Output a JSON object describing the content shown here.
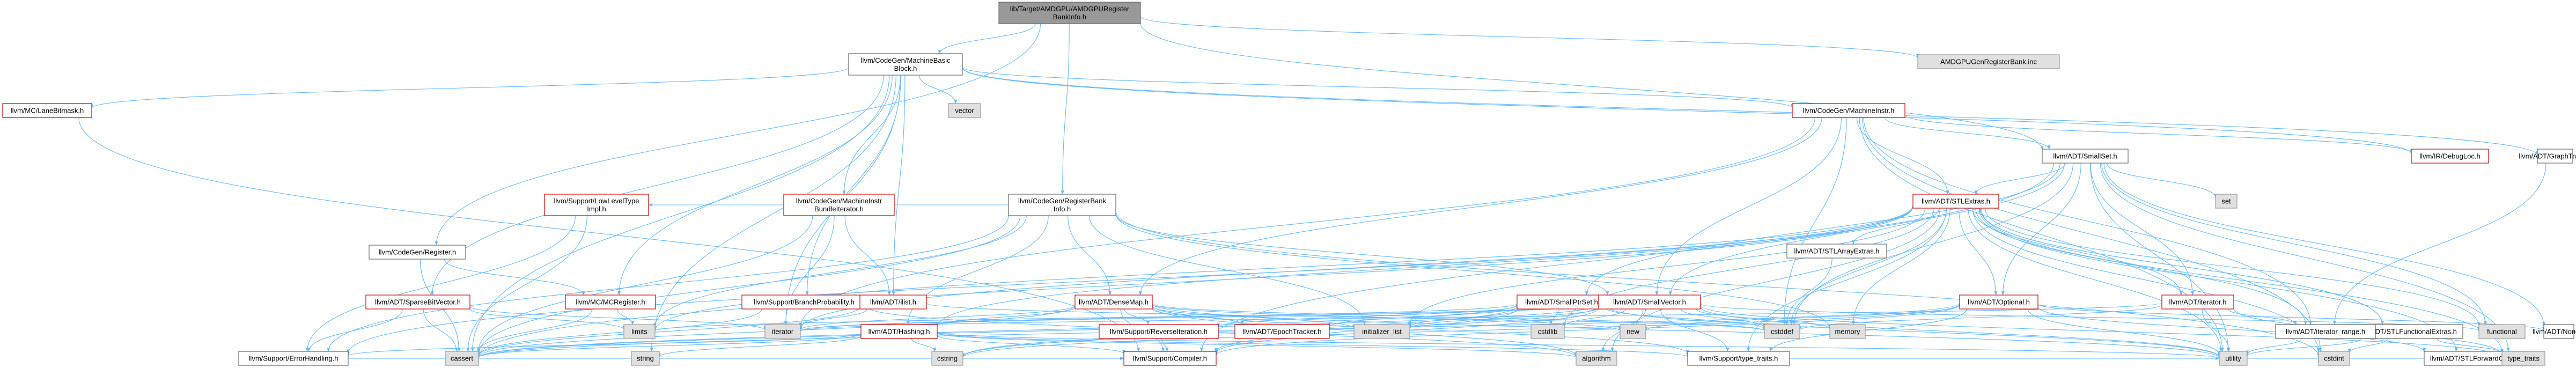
{
  "graph": {
    "edge_color": "#63b8ff",
    "node_border_colors": {
      "root": "#666666",
      "incomplete": "#cc0000",
      "external": "#999999",
      "normal": "#666666"
    },
    "nodes": [
      {
        "id": "root",
        "style": "root",
        "lines": [
          "lib/Target/AMDGPU/AMDGPURegister",
          "BankInfo.h"
        ]
      },
      {
        "id": "mbb",
        "style": "norm",
        "lines": [
          "llvm/CodeGen/MachineBasic",
          "Block.h"
        ]
      },
      {
        "id": "genrb",
        "style": "gray",
        "lines": [
          "AMDGPUGenRegisterBank.inc"
        ]
      },
      {
        "id": "lanebm",
        "style": "red",
        "lines": [
          "llvm/MC/LaneBitmask.h"
        ]
      },
      {
        "id": "vector",
        "style": "gray",
        "lines": [
          "vector"
        ]
      },
      {
        "id": "mi",
        "style": "red",
        "lines": [
          "llvm/CodeGen/MachineInstr.h"
        ]
      },
      {
        "id": "rbi",
        "style": "norm",
        "lines": [
          "llvm/CodeGen/RegisterBank",
          "Info.h"
        ]
      },
      {
        "id": "smallset",
        "style": "norm",
        "lines": [
          "llvm/ADT/SmallSet.h"
        ]
      },
      {
        "id": "graphtraits",
        "style": "norm",
        "lines": [
          "llvm/ADT/GraphTraits.h"
        ]
      },
      {
        "id": "debugloc",
        "style": "red",
        "lines": [
          "llvm/IR/DebugLoc.h"
        ]
      },
      {
        "id": "cgreg",
        "style": "norm",
        "lines": [
          "llvm/CodeGen/Register.h"
        ]
      },
      {
        "id": "lowlevel",
        "style": "red",
        "lines": [
          "llvm/Support/LowLevelType",
          "Impl.h"
        ]
      },
      {
        "id": "mibundle",
        "style": "red",
        "lines": [
          "llvm/CodeGen/MachineInstr",
          "BundleIterator.h"
        ]
      },
      {
        "id": "stlextras",
        "style": "red",
        "lines": [
          "llvm/ADT/STLExtras.h"
        ]
      },
      {
        "id": "set",
        "style": "gray",
        "lines": [
          "set"
        ]
      },
      {
        "id": "sparsebv",
        "style": "red",
        "lines": [
          "llvm/ADT/SparseBitVector.h"
        ]
      },
      {
        "id": "mcreg",
        "style": "red",
        "lines": [
          "llvm/MC/MCRegister.h"
        ]
      },
      {
        "id": "branchprob",
        "style": "red",
        "lines": [
          "llvm/Support/BranchProbability.h"
        ]
      },
      {
        "id": "ilist",
        "style": "red",
        "lines": [
          "llvm/ADT/ilist.h"
        ]
      },
      {
        "id": "densemap",
        "style": "red",
        "lines": [
          "llvm/ADT/DenseMap.h"
        ]
      },
      {
        "id": "smallptrset",
        "style": "red",
        "lines": [
          "llvm/ADT/SmallPtrSet.h"
        ]
      },
      {
        "id": "smallvector",
        "style": "red",
        "lines": [
          "llvm/ADT/SmallVector.h"
        ]
      },
      {
        "id": "stlarray",
        "style": "norm",
        "lines": [
          "llvm/ADT/STLArrayExtras.h"
        ]
      },
      {
        "id": "optional",
        "style": "red",
        "lines": [
          "llvm/ADT/Optional.h"
        ]
      },
      {
        "id": "adtiter",
        "style": "red",
        "lines": [
          "llvm/ADT/iterator.h"
        ]
      },
      {
        "id": "stlfunc",
        "style": "norm",
        "lines": [
          "llvm/ADT/STLFunctionalExtras.h"
        ]
      },
      {
        "id": "limits",
        "style": "gray",
        "lines": [
          "limits"
        ]
      },
      {
        "id": "iterator",
        "style": "gray",
        "lines": [
          "iterator"
        ]
      },
      {
        "id": "hashing",
        "style": "red",
        "lines": [
          "llvm/ADT/Hashing.h"
        ]
      },
      {
        "id": "reverseiter",
        "style": "red",
        "lines": [
          "llvm/Support/ReverseIteration.h"
        ]
      },
      {
        "id": "epoch",
        "style": "red",
        "lines": [
          "llvm/ADT/EpochTracker.h"
        ]
      },
      {
        "id": "initlist",
        "style": "gray",
        "lines": [
          "initializer_list"
        ]
      },
      {
        "id": "cstdlib",
        "style": "gray",
        "lines": [
          "cstdlib"
        ]
      },
      {
        "id": "new",
        "style": "gray",
        "lines": [
          "new"
        ]
      },
      {
        "id": "cstddef",
        "style": "gray",
        "lines": [
          "cstddef"
        ]
      },
      {
        "id": "memory",
        "style": "gray",
        "lines": [
          "memory"
        ]
      },
      {
        "id": "itrange",
        "style": "norm",
        "lines": [
          "llvm/ADT/iterator_range.h"
        ]
      },
      {
        "id": "functional",
        "style": "gray",
        "lines": [
          "functional"
        ]
      },
      {
        "id": "none",
        "style": "norm",
        "lines": [
          "llvm/ADT/None.h"
        ]
      },
      {
        "id": "errh",
        "style": "norm",
        "lines": [
          "llvm/Support/ErrorHandling.h"
        ]
      },
      {
        "id": "cassert",
        "style": "gray",
        "lines": [
          "cassert"
        ]
      },
      {
        "id": "string",
        "style": "gray",
        "lines": [
          "string"
        ]
      },
      {
        "id": "cstring",
        "style": "gray",
        "lines": [
          "cstring"
        ]
      },
      {
        "id": "algorithm",
        "style": "gray",
        "lines": [
          "algorithm"
        ]
      },
      {
        "id": "typetraits",
        "style": "norm",
        "lines": [
          "llvm/Support/type_traits.h"
        ]
      },
      {
        "id": "cstdint",
        "style": "gray",
        "lines": [
          "cstdint"
        ]
      },
      {
        "id": "stlfwd",
        "style": "norm",
        "lines": [
          "llvm/ADT/STLForwardCompat.h"
        ]
      },
      {
        "id": "compiler",
        "style": "red",
        "lines": [
          "llvm/Support/Compiler.h"
        ]
      },
      {
        "id": "utility",
        "style": "gray",
        "lines": [
          "utility"
        ]
      },
      {
        "id": "type_traits",
        "style": "gray",
        "lines": [
          "type_traits"
        ]
      }
    ]
  }
}
